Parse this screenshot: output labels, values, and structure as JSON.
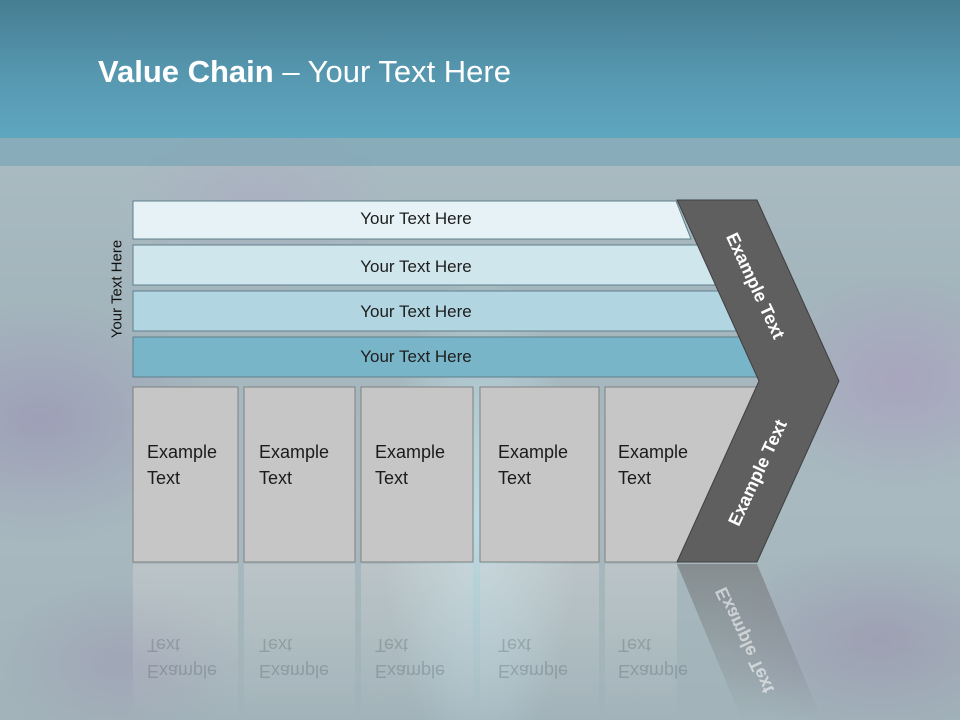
{
  "slide": {
    "title_bold": "Value Chain",
    "title_rest": " – Your Text Here",
    "side_label": "Your Text Here"
  },
  "bars": [
    {
      "label": "Your Text Here",
      "color": "#e6f2f6"
    },
    {
      "label": "Your Text Here",
      "color": "#d0e6ed"
    },
    {
      "label": "Your Text Here",
      "color": "#b1d6e1"
    },
    {
      "label": "Your Text Here",
      "color": "#79b5c9"
    }
  ],
  "boxes": [
    {
      "label": "Example\nText"
    },
    {
      "label": "Example\nText"
    },
    {
      "label": "Example\nText"
    },
    {
      "label": "Example\nText"
    },
    {
      "label": "Example\nText"
    }
  ],
  "chevron": {
    "upper_label": "Example Text",
    "lower_label": "Example Text",
    "color": "#5f5f5f"
  },
  "colors": {
    "header": "#5698b0",
    "box_fill": "#c6c6c6"
  }
}
